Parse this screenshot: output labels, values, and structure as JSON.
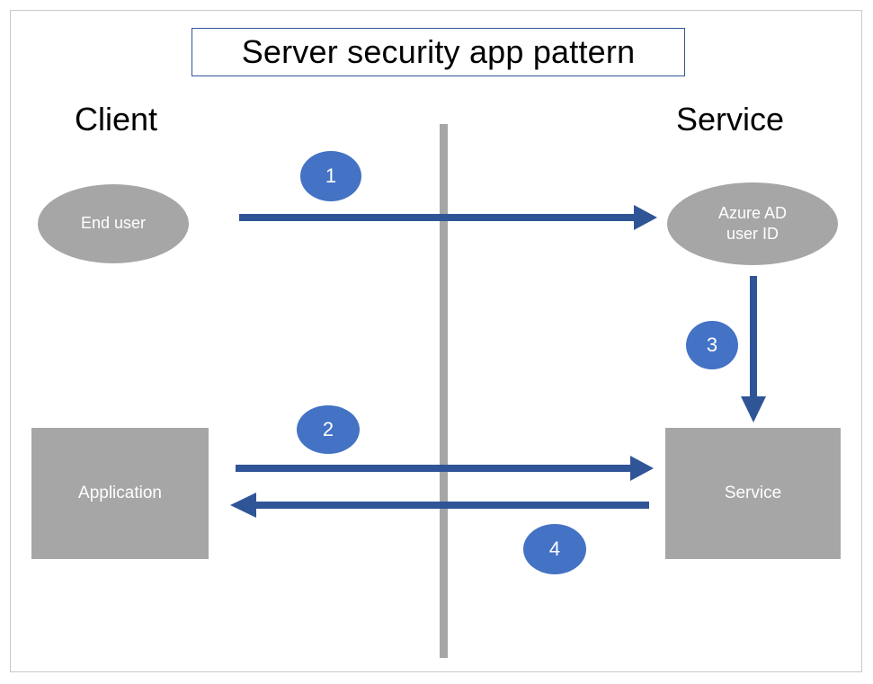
{
  "diagram": {
    "title": "Server security app pattern",
    "columns": {
      "left_label": "Client",
      "right_label": "Service"
    },
    "nodes": [
      {
        "id": "end-user",
        "label": "End user",
        "shape": "ellipse",
        "fill": "#A6A6A6",
        "text_color": "#FFFFFF"
      },
      {
        "id": "azure-ad-user-id",
        "label_line1": "Azure AD",
        "label_line2": "user ID",
        "shape": "ellipse",
        "fill": "#A6A6A6",
        "text_color": "#FFFFFF"
      },
      {
        "id": "application",
        "label": "Application",
        "shape": "rectangle",
        "fill": "#A6A6A6",
        "text_color": "#FFFFFF"
      },
      {
        "id": "service",
        "label": "Service",
        "shape": "rectangle",
        "fill": "#A6A6A6",
        "text_color": "#FFFFFF"
      }
    ],
    "steps": [
      {
        "number": "1",
        "from": "end-user",
        "to": "azure-ad-user-id",
        "direction": "right"
      },
      {
        "number": "2",
        "from": "application",
        "to": "service",
        "direction": "right"
      },
      {
        "number": "3",
        "from": "azure-ad-user-id",
        "to": "service",
        "direction": "down"
      },
      {
        "number": "4",
        "from": "service",
        "to": "application",
        "direction": "left"
      }
    ],
    "colors": {
      "arrow": "#2F5597",
      "step_circle": "#4472C4",
      "node_fill": "#A6A6A6",
      "divider": "#A6A6A6",
      "title_border": "#2F5597",
      "frame_border": "#C9C9C9",
      "background": "#FFFFFF"
    }
  }
}
